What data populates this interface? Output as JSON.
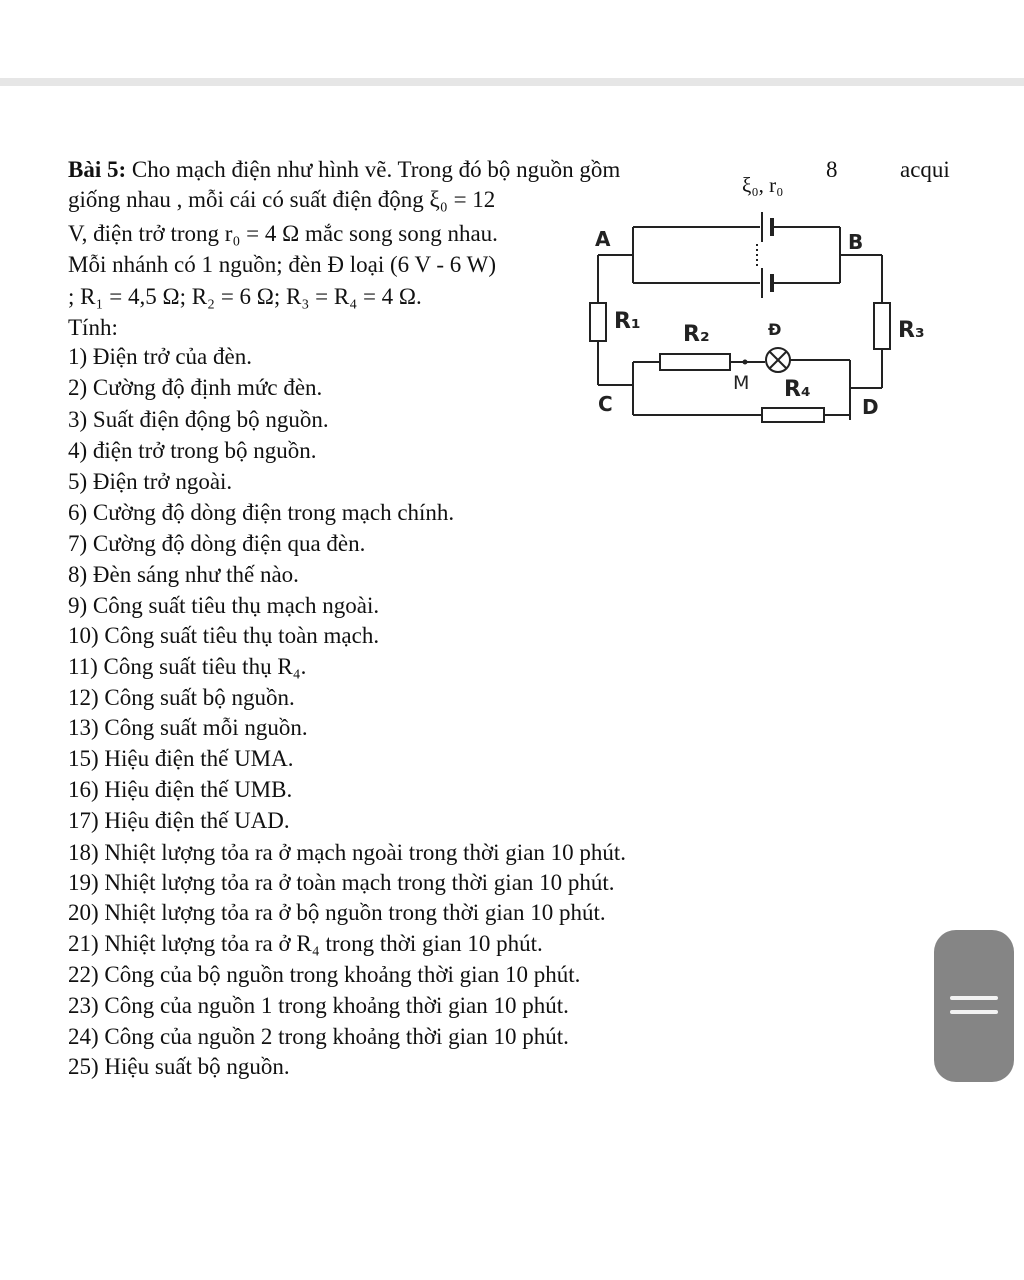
{
  "problem": {
    "intro_label": "Bài 5:",
    "intro_rest": " Cho mạch điện như hình vẽ. Trong đó bộ nguồn gồm",
    "count": "8",
    "battery_word": "acqui",
    "source_label": "ξ₀, r₀",
    "line2": "giống nhau , mỗi cái có suất điện động ξ₀ = 12",
    "line3": "V, điện trở trong r₀ = 4 Ω mắc song song nhau.",
    "line4": "Mỗi nhánh có 1 nguồn; đèn Đ loại (6 V - 6 W)",
    "line5": "; R₁ = 4,5 Ω; R₂ = 6 Ω;  R₃ = R₄ = 4 Ω.",
    "line6": "Tính:"
  },
  "circuit": {
    "node_a": "A",
    "node_b": "B",
    "node_c": "C",
    "node_d": "D",
    "node_m": "M",
    "r1": "R₁",
    "r2": "R₂",
    "r3": "R₃",
    "r4": "R₄",
    "lamp": "Đ"
  },
  "questions": [
    "1) Điện trở của đèn.",
    "2) Cường độ định mức đèn.",
    "3) Suất điện động bộ nguồn.",
    "4) điện trở trong bộ nguồn.",
    "5) Điện trở ngoài.",
    "6) Cường độ dòng điện trong mạch chính.",
    "7) Cường độ dòng điện qua đèn.",
    "8) Đèn sáng như thế nào.",
    "9) Công suất tiêu thụ mạch ngoài.",
    "10) Công suất tiêu thụ toàn mạch.",
    "11) Công suất tiêu thụ R₄.",
    "12) Công suất bộ nguồn.",
    "13) Công suất mỗi nguồn.",
    "15) Hiệu điện thế UMA.",
    "16) Hiệu điện thế UMB.",
    "17) Hiệu điện thế UAD.",
    "18) Nhiệt lượng tỏa ra ở mạch ngoài trong thời gian 10 phút.",
    "19) Nhiệt lượng tỏa ra ở toàn mạch trong thời gian 10 phút.",
    "20) Nhiệt lượng tỏa ra ở bộ nguồn trong thời gian 10 phút.",
    "21) Nhiệt lượng tỏa ra ở R₄ trong thời gian 10 phút.",
    "22) Công của bộ nguồn trong khoảng thời gian 10 phút.",
    "23) Công của nguồn 1 trong khoảng thời gian 10 phút.",
    "24) Công của nguồn 2 trong khoảng thời gian 10 phút.",
    "25) Hiệu suất bộ nguồn."
  ]
}
